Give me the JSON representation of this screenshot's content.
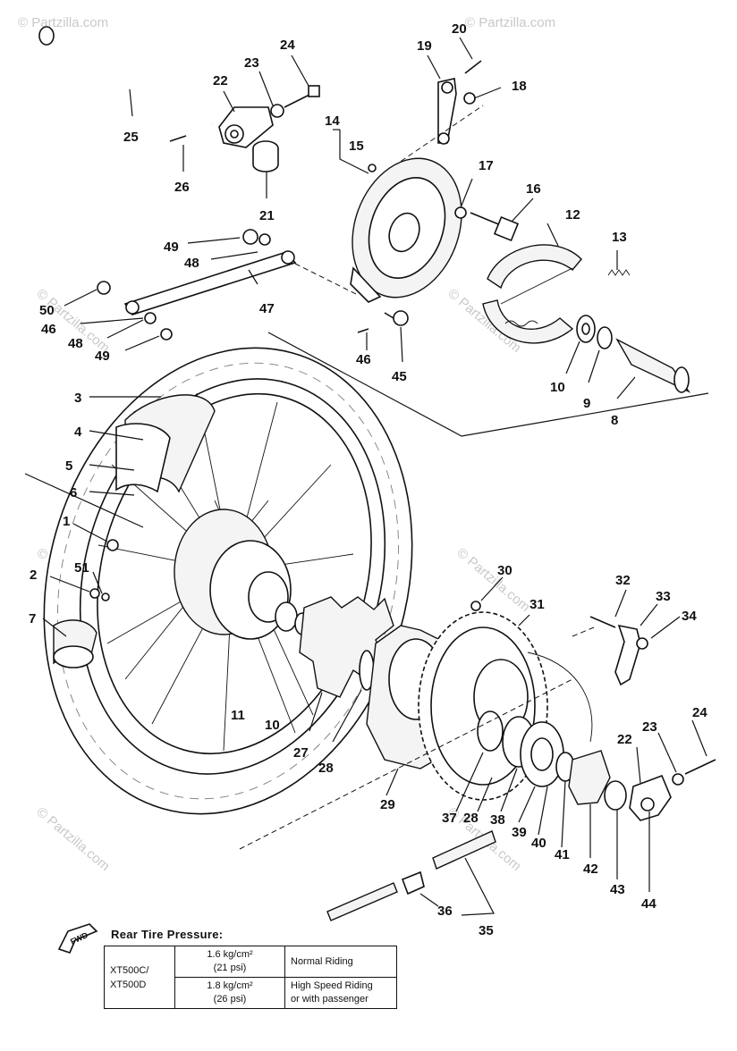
{
  "watermarks": [
    "© Partzilla.com",
    "© Partzilla.com",
    "© Partzilla.com",
    "© Partzilla.com",
    "© Partzilla.com",
    "© Partzilla.com",
    "© Partzilla.com",
    "© Partzilla.com"
  ],
  "callouts": [
    "20",
    "19",
    "18",
    "24",
    "23",
    "22",
    "25",
    "26",
    "21",
    "14",
    "15",
    "17",
    "16",
    "12",
    "13",
    "49",
    "48",
    "50",
    "46",
    "48",
    "49",
    "47",
    "46",
    "45",
    "10",
    "9",
    "8",
    "3",
    "4",
    "5",
    "6",
    "1",
    "2",
    "51",
    "7",
    "30",
    "31",
    "32",
    "33",
    "34",
    "11",
    "10",
    "27",
    "28",
    "29",
    "37",
    "28",
    "38",
    "39",
    "40",
    "41",
    "42",
    "43",
    "44",
    "22",
    "23",
    "24",
    "36",
    "35"
  ],
  "pressure_table": {
    "fwd_label": "FWD",
    "title": "Rear Tire Pressure:",
    "models": [
      "XT500C/",
      "XT500D"
    ],
    "rows": [
      {
        "pressure_line1": "1.6 kg/cm²",
        "pressure_line2": "(21 psi)",
        "condition_line1": "Normal Riding",
        "condition_line2": ""
      },
      {
        "pressure_line1": "1.8 kg/cm²",
        "pressure_line2": "(26 psi)",
        "condition_line1": "High Speed Riding",
        "condition_line2": "or with passenger"
      }
    ]
  }
}
